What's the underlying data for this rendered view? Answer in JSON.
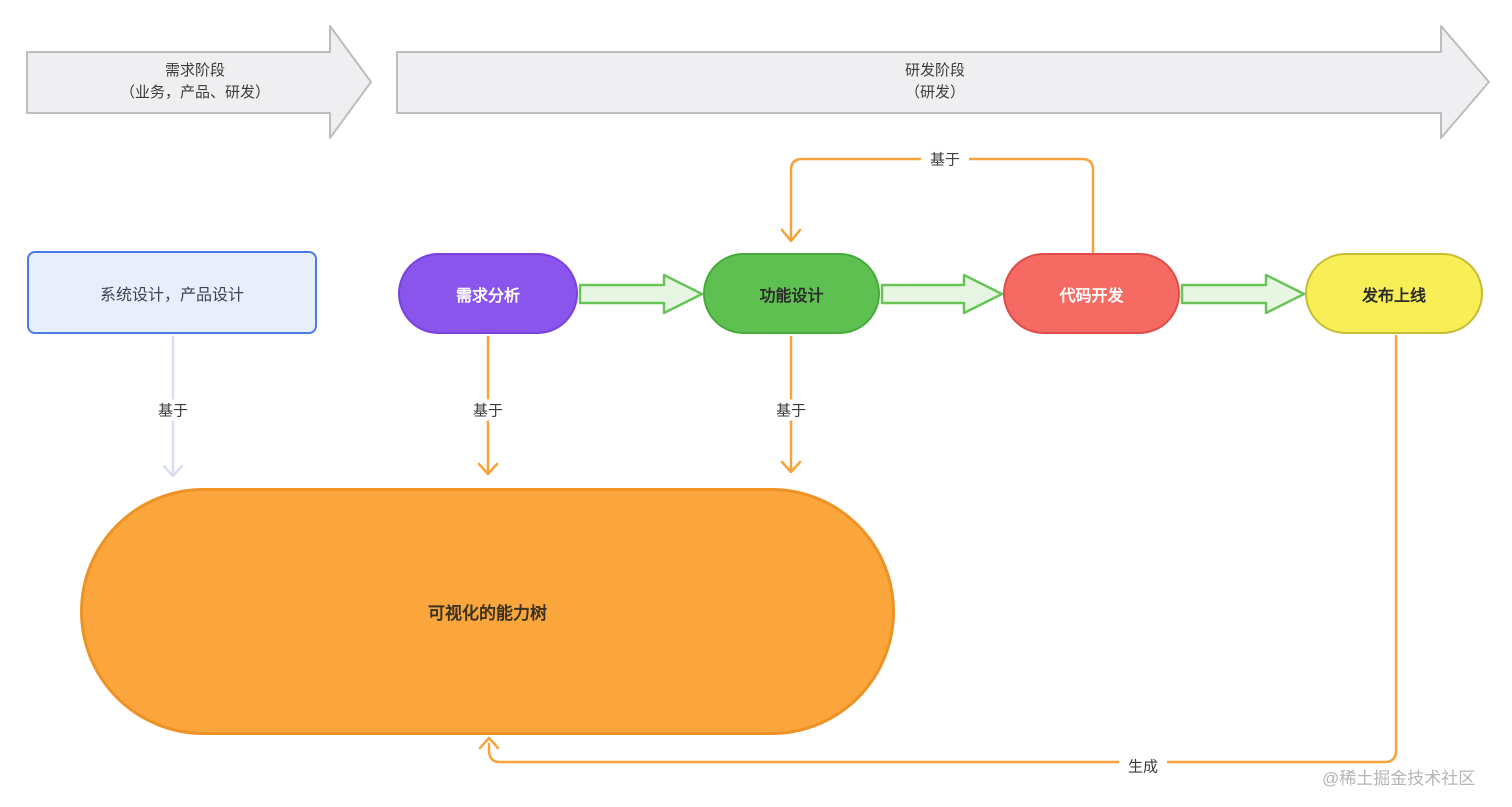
{
  "banners": [
    {
      "title": "需求阶段",
      "subtitle": "（业务，产品、研发）"
    },
    {
      "title": "研发阶段",
      "subtitle": "（研发）"
    }
  ],
  "nodes": {
    "side_box": {
      "label": "系统设计，产品设计",
      "fill": "#e8effb",
      "border": "#4a7ae2"
    },
    "stages": [
      {
        "id": "requirement-analysis",
        "label": "需求分析",
        "fill": "#8a55ec",
        "border": "#7a41dd",
        "text_color": "#ffffff"
      },
      {
        "id": "function-design",
        "label": "功能设计",
        "fill": "#5dc050",
        "border": "#48a93d",
        "text_color": "#2c2c2c"
      },
      {
        "id": "code-development",
        "label": "代码开发",
        "fill": "#f56a62",
        "border": "#de4d49",
        "text_color": "#ffffff"
      },
      {
        "id": "release-online",
        "label": "发布上线",
        "fill": "#f8ee55",
        "border": "#c8bc36",
        "text_color": "#2c2c2c"
      }
    ],
    "capability_tree": {
      "label": "可视化的能力树",
      "fill": "#faa63c",
      "border": "#ee9226"
    }
  },
  "edges": {
    "based_on_arc": "基于",
    "based_on_side": "基于",
    "based_on_requirement": "基于",
    "based_on_function": "基于",
    "generate": "生成"
  },
  "colors": {
    "connector_orange": "#f6a33a",
    "connector_lavender": "#d9ddf6",
    "flow_arrow_fill": "#e7f6e2",
    "flow_arrow_border": "#68c358",
    "banner_fill": "#efeff1",
    "banner_border": "#bdbdbf"
  },
  "watermark": "@稀土掘金技术社区"
}
